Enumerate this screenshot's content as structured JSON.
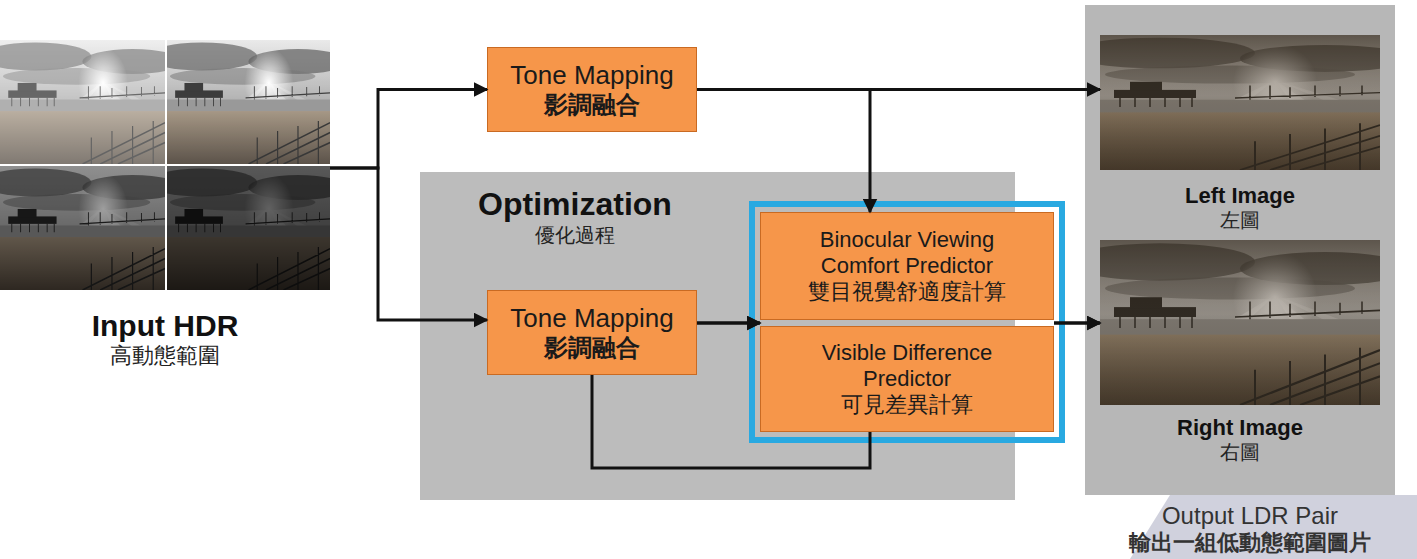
{
  "diagram": {
    "nodes": [
      {
        "text": [
          "Input HDR",
          "高動態範圍"
        ]
      },
      {
        "text": [
          "Tone Mapping",
          "影調融合"
        ]
      },
      {
        "text": [
          "Optimization",
          "優化過程"
        ]
      },
      {
        "text": [
          "Tone Mapping",
          "影調融合"
        ],
        "in": 2
      },
      {
        "text": [
          "Binocular Viewing Comfort Predictor",
          "雙目視覺舒適度計算"
        ],
        "in": 2
      },
      {
        "text": [
          "Visible Difference Predictor",
          "可見差異計算"
        ],
        "in": 2
      },
      {
        "text": [
          "Output LDR Pair",
          "輸出一組低動態範圍圖片"
        ]
      },
      {
        "text": [
          "Left Image",
          "左圖"
        ],
        "in": 6
      },
      {
        "text": [
          "Right Image",
          "右圖"
        ],
        "in": 6
      }
    ],
    "edges": [
      {
        "from": 0,
        "to": 1,
        "arrow": "to"
      },
      {
        "from": 0,
        "to": 3,
        "arrow": "to"
      },
      {
        "from": 1,
        "to": 7,
        "arrow": "to"
      },
      {
        "from": 1,
        "to": 4,
        "arrow": "to"
      },
      {
        "from": 3,
        "to": 4,
        "arrow": "to"
      },
      {
        "from": 3,
        "to": 5,
        "arrow": "to"
      },
      {
        "from": 4,
        "to": 8,
        "arrow": "to"
      },
      {
        "from": 5,
        "to": 8,
        "arrow": "to"
      },
      {
        "from": 5,
        "to": 3,
        "arrow": "none"
      }
    ]
  }
}
